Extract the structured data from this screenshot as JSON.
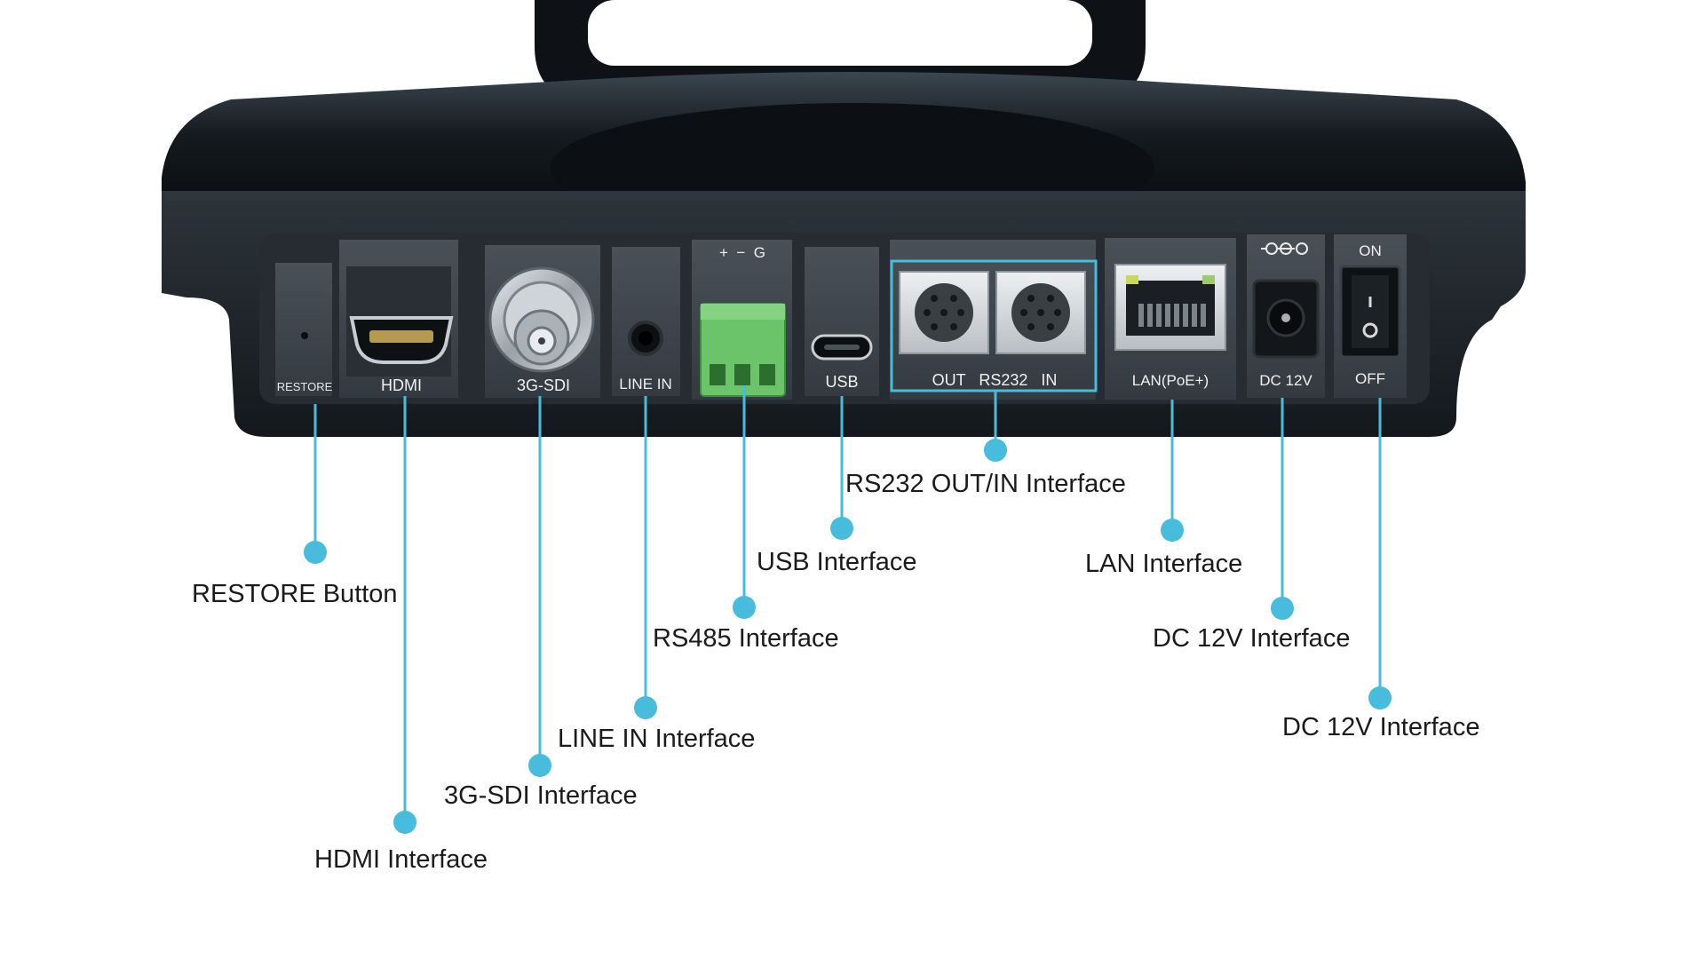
{
  "ports": {
    "restore": "RESTORE",
    "hdmi": "HDMI",
    "sdi": "3G-SDI",
    "line_in": "LINE IN",
    "rs485_pins": "+  −  G",
    "usb": "USB",
    "rs232": "OUT   RS232   IN",
    "lan": "LAN(PoE+)",
    "dc": "DC 12V",
    "on": "ON",
    "off": "OFF"
  },
  "callouts": {
    "restore": "RESTORE Button",
    "hdmi": "HDMI Interface",
    "sdi": "3G-SDI Interface",
    "line_in": "LINE IN Interface",
    "rs485": "RS485 Interface",
    "usb": "USB Interface",
    "rs232": "RS232 OUT/IN Interface",
    "lan": "LAN Interface",
    "dc": "DC 12V Interface",
    "switch": "DC 12V Interface"
  },
  "colors": {
    "accent": "#47bcdc",
    "device_body": "#1e2429",
    "panel": "#3a4047",
    "terminal_green": "#6cc46a"
  }
}
